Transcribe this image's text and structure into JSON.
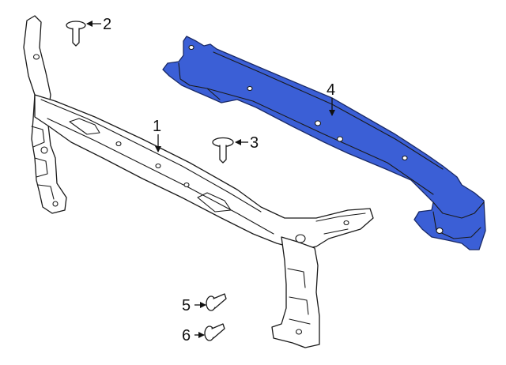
{
  "diagram": {
    "callouts": [
      {
        "id": "1",
        "label": "1"
      },
      {
        "id": "2",
        "label": "2"
      },
      {
        "id": "3",
        "label": "3"
      },
      {
        "id": "4",
        "label": "4"
      },
      {
        "id": "5",
        "label": "5"
      },
      {
        "id": "6",
        "label": "6"
      }
    ]
  },
  "colors": {
    "reinforcement_fill": "#3b5fd6",
    "reinforcement_stroke": "#1a2a66",
    "line": "#1a1a1a",
    "background": "#ffffff"
  }
}
